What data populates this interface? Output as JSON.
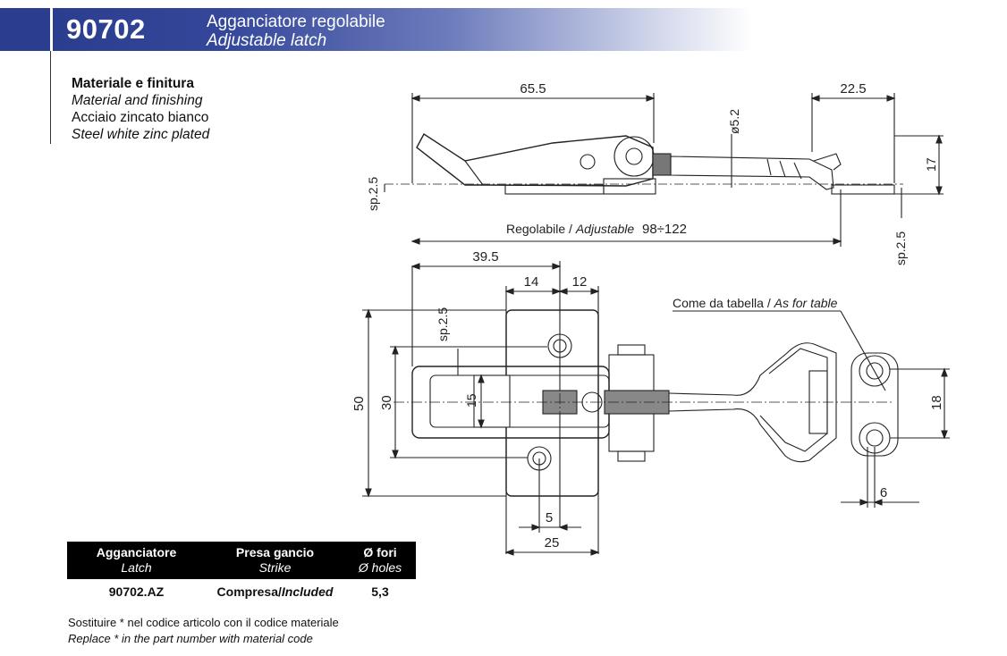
{
  "header": {
    "code": "90702",
    "title_it": "Agganciatore regolabile",
    "title_en": "Adjustable latch"
  },
  "material": {
    "label_it": "Materiale e finitura",
    "label_en": "Material and finishing",
    "value_it": "Acciaio zincato bianco",
    "value_en": "Steel white zinc plated"
  },
  "drawing": {
    "dims": {
      "d65_5": "65.5",
      "d22_5": "22.5",
      "phi5_2": "ø5.2",
      "sp2_5_a": "sp.2.5",
      "d17": "17",
      "adj_it": "Regolabile / ",
      "adj_en": "Adjustable",
      "adj_range": "98÷122",
      "sp2_5_b": "sp.2.5",
      "d39_5": "39.5",
      "d14": "14",
      "d12": "12",
      "sp2_5_c": "sp.2.5",
      "d50": "50",
      "d30": "30",
      "d15": "15",
      "d5": "5",
      "d25": "25",
      "table_note_it": "Come da tabella / ",
      "table_note_en": "As for table",
      "d18": "18",
      "d6": "6"
    }
  },
  "table": {
    "headers": [
      {
        "it": "Agganciatore",
        "en": "Latch"
      },
      {
        "it": "Presa gancio",
        "en": "Strike"
      },
      {
        "it": "Ø fori",
        "en": "Ø holes"
      }
    ],
    "row": {
      "code": "90702.AZ",
      "strike_it": "Compresa/",
      "strike_en": "Included",
      "holes": "5,3"
    }
  },
  "footer": {
    "line_it": "Sostituire * nel codice articolo con il codice materiale",
    "line_en": "Replace * in the part number with material code"
  }
}
